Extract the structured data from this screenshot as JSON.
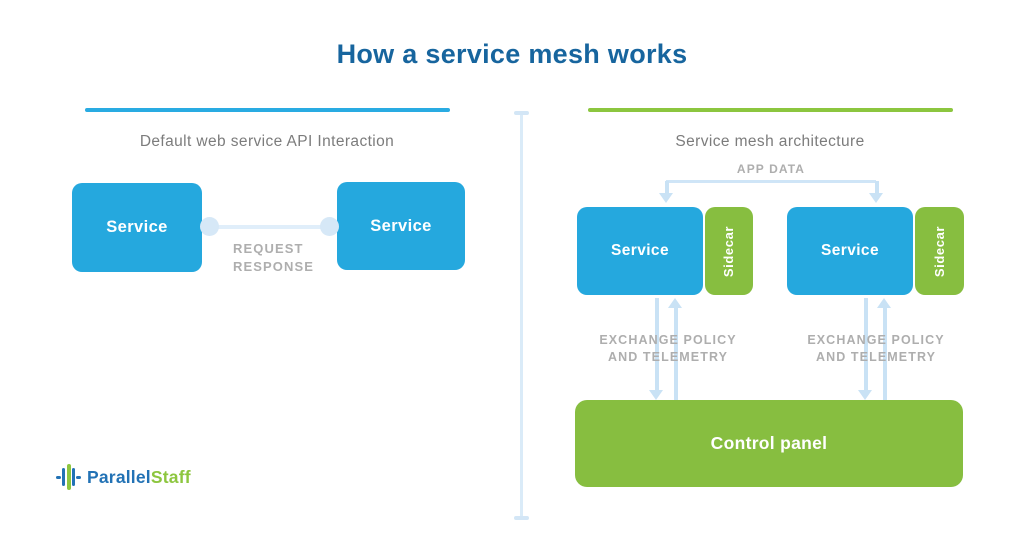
{
  "title": "How a service mesh works",
  "left_panel": {
    "heading": "Default web service API Interaction",
    "service_left_label": "Service",
    "service_right_label": "Service",
    "link_label_line1": "REQUEST",
    "link_label_line2": "RESPONSE"
  },
  "right_panel": {
    "heading": "Service mesh architecture",
    "app_data_label": "APP DATA",
    "service_groups": [
      {
        "service_label": "Service",
        "sidecar_label": "Sidecar"
      },
      {
        "service_label": "Service",
        "sidecar_label": "Sidecar"
      }
    ],
    "exchange_label_line1": "EXCHANGE POLICY",
    "exchange_label_line2": "AND TELEMETRY",
    "control_panel_label": "Control panel"
  },
  "logo": {
    "name_primary": "Parallel",
    "name_secondary": "Staff"
  },
  "colors": {
    "title_blue": "#17659E",
    "service_blue": "#25A8DE",
    "sidecar_green": "#87BE40",
    "accent_cyan": "#29ABE2",
    "accent_green": "#8CC63F",
    "heading_gray": "#7C7C7C",
    "caps_label_gray": "#AEAEAE",
    "connector_light_blue": "#C9E2F5",
    "logo_blue": "#2272B5",
    "logo_green": "#8DC63F"
  }
}
